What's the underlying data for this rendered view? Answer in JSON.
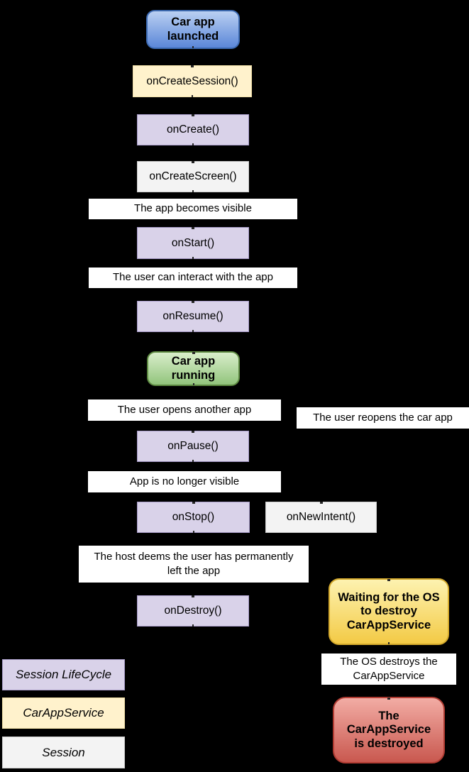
{
  "flow": {
    "car_app_launched": "Car app\nlaunched",
    "on_create_session": "onCreateSession()",
    "on_create": "onCreate()",
    "on_create_screen": "onCreateScreen()",
    "app_becomes_visible": "The app becomes visible",
    "on_start": "onStart()",
    "user_can_interact": "The user can interact with the app",
    "on_resume": "onResume()",
    "car_app_running": "Car app\nrunning",
    "user_opens_another_app": "The user opens another app",
    "user_reopens_car_app": "The user reopens the car app",
    "on_pause": "onPause()",
    "app_no_longer_visible": "App is no longer visible",
    "on_stop": "onStop()",
    "on_new_intent": "onNewIntent()",
    "host_deems_left": "The host deems the user has permanently\nleft the app",
    "on_destroy": "onDestroy()",
    "waiting_os_destroy": "Waiting for the OS\nto destroy\nCarAppService",
    "os_destroys": "The OS destroys the\nCarAppService",
    "car_app_service_destroyed": "The\nCarAppService\nis destroyed"
  },
  "legend": [
    "Session LifeCycle",
    "CarAppService",
    "Session"
  ],
  "colors": {
    "background": "#000000",
    "session_lifecycle_fill": "#d9d2e9",
    "session_lifecycle_border": "#a79bc8",
    "car_app_service_fill": "#fff2cc",
    "car_app_service_border": "#f0dfa6",
    "session_fill": "#f3f3f3",
    "session_border": "#cccccc",
    "launched_gradient_top": "#bad0f2",
    "launched_gradient_bottom": "#5b87d8",
    "launched_border": "#3d6bb3",
    "running_gradient_top": "#d9eecb",
    "running_gradient_bottom": "#92c47c",
    "running_border": "#5e8a42",
    "waiting_gradient_top": "#fdf2b0",
    "waiting_gradient_bottom": "#f3ca45",
    "waiting_border": "#d4a92c",
    "destroyed_gradient_top": "#f2aca4",
    "destroyed_gradient_bottom": "#c9584f",
    "destroyed_border": "#b03c33",
    "note_background": "#ffffff",
    "text": "#000000"
  }
}
